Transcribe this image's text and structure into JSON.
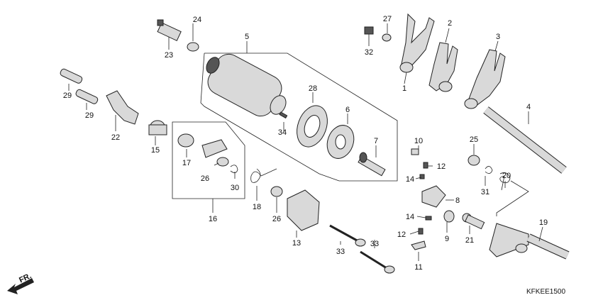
{
  "diagram_code": "KFKEE1500",
  "direction_label": "FR.",
  "callouts": [
    "1",
    "2",
    "3",
    "4",
    "6",
    "7",
    "8",
    "9",
    "10",
    "11",
    "12",
    "12",
    "13",
    "14",
    "14",
    "15",
    "16",
    "17",
    "18",
    "19",
    "20",
    "21",
    "22",
    "23",
    "24",
    "25",
    "26",
    "26",
    "27",
    "28",
    "29",
    "29",
    "30",
    "31",
    "32",
    "33",
    "33",
    "34",
    "5"
  ]
}
